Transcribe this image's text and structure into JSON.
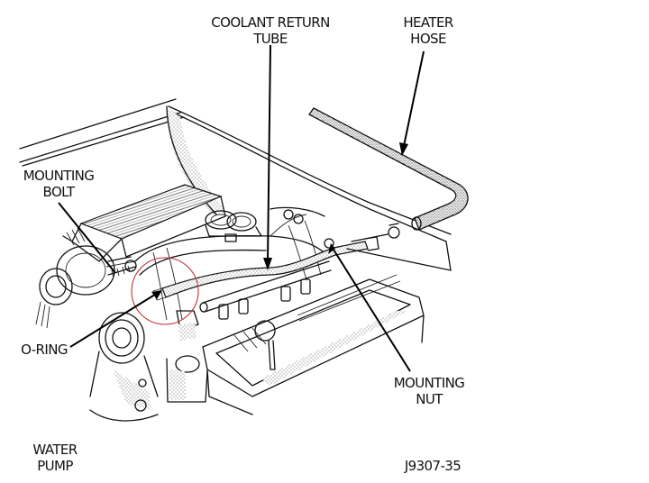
{
  "figure": {
    "id_label": "J9307-35",
    "highlight_color": "#c0303a",
    "ink_color": "#111111"
  },
  "callouts": {
    "coolant_return_tube": {
      "line1": "COOLANT RETURN",
      "line2": "TUBE"
    },
    "heater_hose": {
      "line1": "HEATER",
      "line2": "HOSE"
    },
    "mounting_bolt": {
      "line1": "MOUNTING",
      "line2": "BOLT"
    },
    "o_ring": {
      "line1": "O-RING"
    },
    "mounting_nut": {
      "line1": "MOUNTING",
      "line2": "NUT"
    },
    "water_pump": {
      "line1": "WATER",
      "line2": "PUMP"
    }
  }
}
